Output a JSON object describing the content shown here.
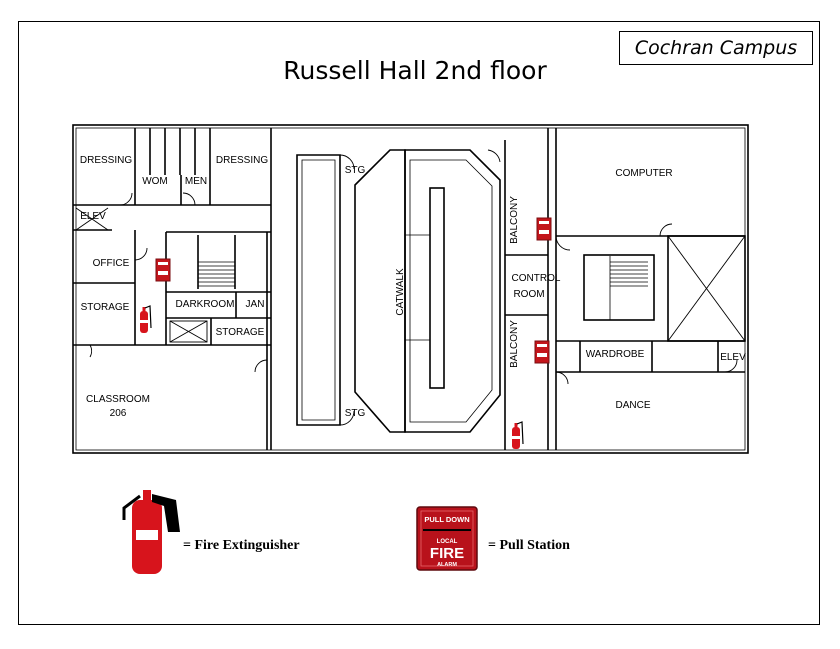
{
  "campus_label": "Cochran Campus",
  "title": "Russell Hall 2nd floor",
  "rooms": {
    "dressing_left": "DRESSING",
    "wom": "WOM",
    "men": "MEN",
    "dressing_right": "DRESSING",
    "elev_left": "ELEV",
    "office": "OFFICE",
    "storage_left": "STORAGE",
    "darkroom": "DARKROOM",
    "jan": "JAN",
    "storage_mid": "STORAGE",
    "classroom_line1": "CLASSROOM",
    "classroom_line2": "206",
    "stg_top": "STG",
    "stg_bottom": "STG",
    "catwalk": "CATWALK",
    "balcony_top": "BALCONY",
    "balcony_bottom": "BALCONY",
    "control_line1": "CONTROL",
    "control_line2": "ROOM",
    "computer": "COMPUTER",
    "wardrobe": "WARDROBE",
    "elev_right": "ELEV",
    "dance": "DANCE"
  },
  "legend": {
    "extinguisher_label": "= Fire Extinguisher",
    "pull_station_label": "= Pull Station",
    "pull_station_text": {
      "line1": "PULL DOWN",
      "line2": "LOCAL",
      "line3": "FIRE",
      "line4": "ALARM"
    }
  },
  "colors": {
    "fire_red": "#d7141c",
    "line": "#000000"
  },
  "icons": [
    "fire-extinguisher-icon",
    "pull-station-icon"
  ]
}
